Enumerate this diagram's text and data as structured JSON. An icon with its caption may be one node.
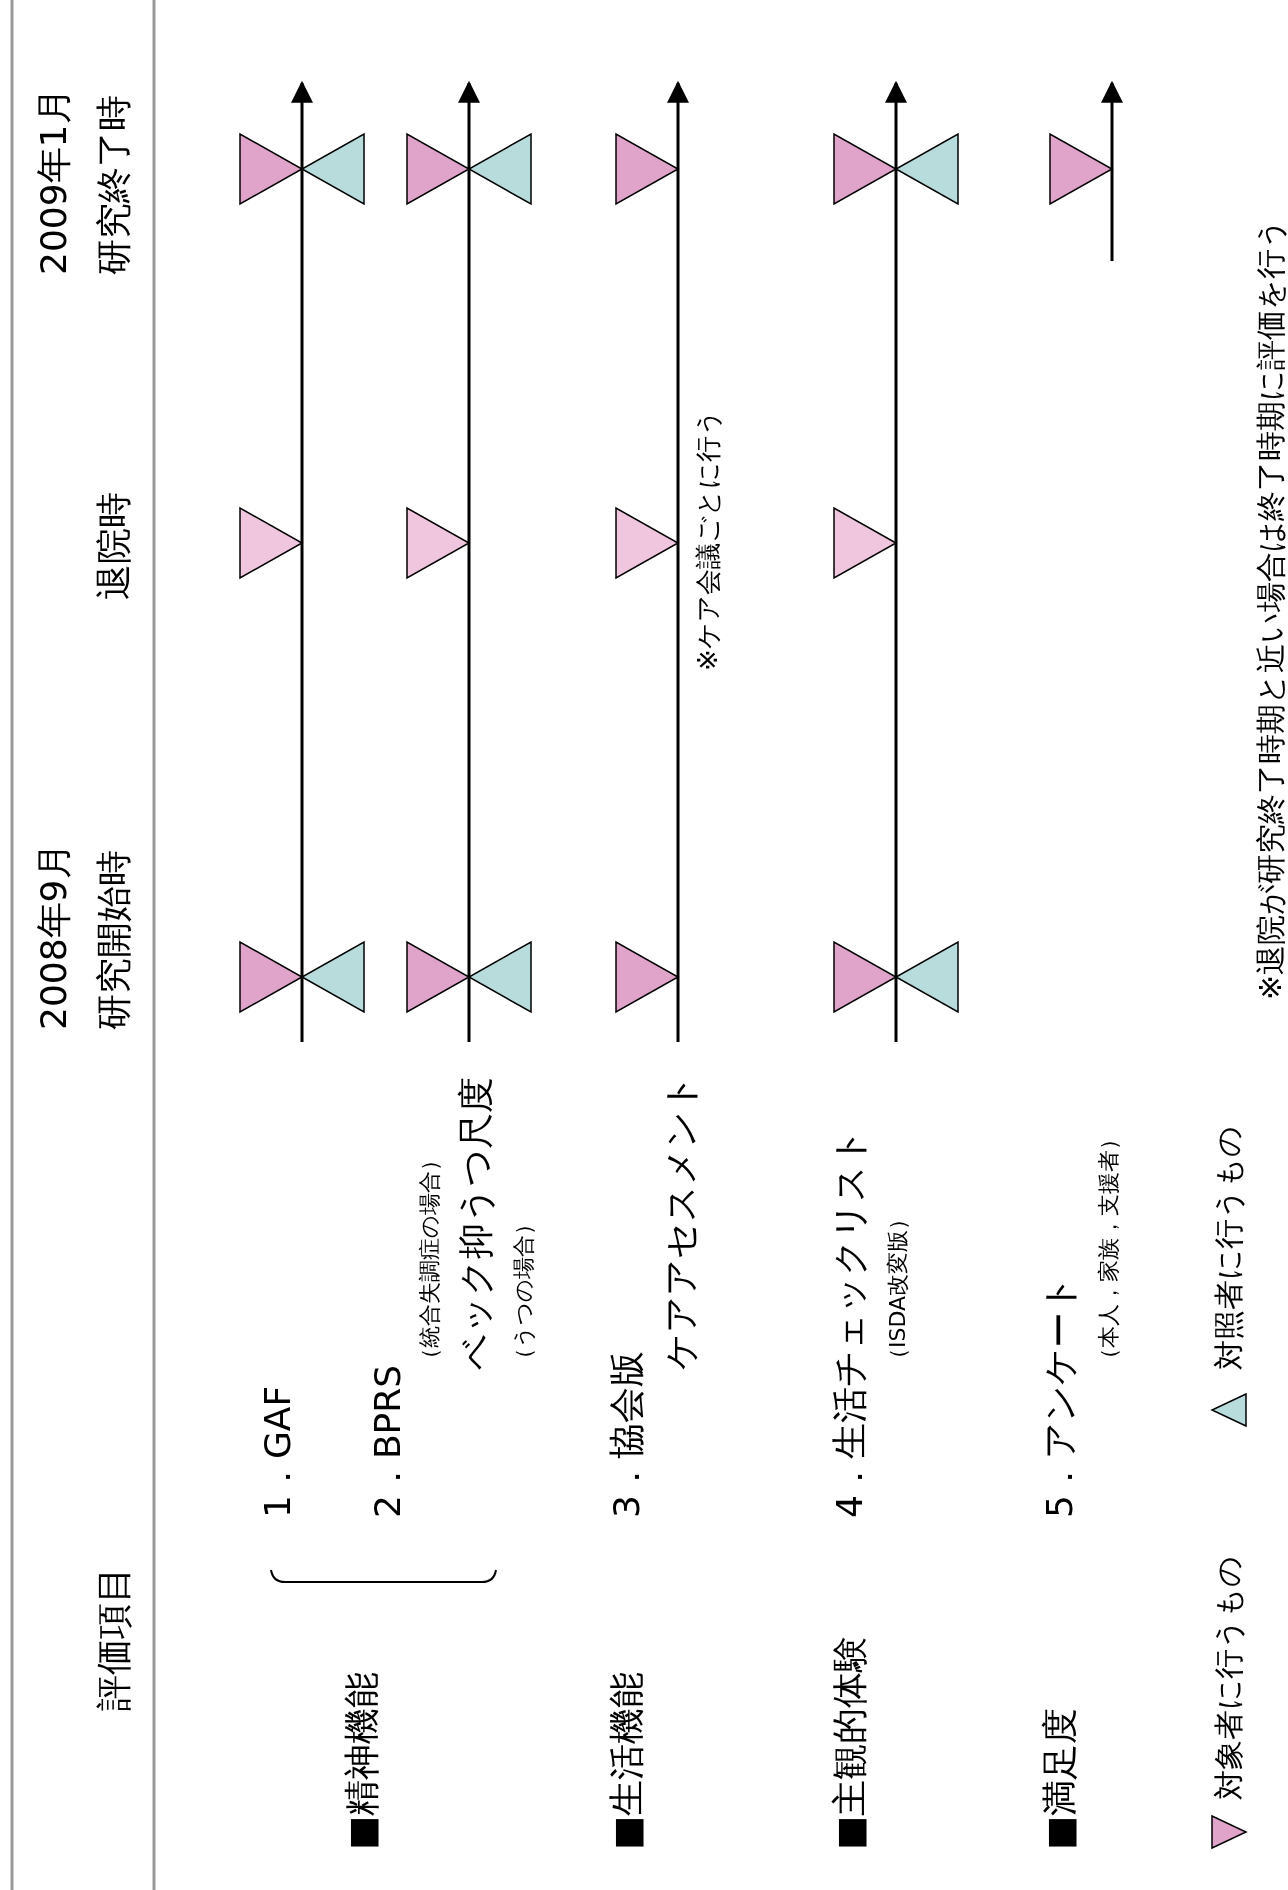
{
  "diagram": {
    "labels": [
      "評価項目",
      "2008年9月",
      "研究開始時",
      "退院時",
      "2009年1月",
      "研究終了時",
      "■精神機能",
      "1．GAF",
      "2．BPRS",
      "（統合失調症の場合）",
      "ベック抑うつ尺度",
      "（うつの場合）",
      "■生活機能",
      "3．協会版",
      "ケアアセスメント",
      "※ケア会議ごとに行う",
      "■主観的体験",
      "4．生活チェックリスト",
      "（ISDA改変版）",
      "■満足度",
      "5．アンケート",
      "（本人，家族，支援者）",
      "※退院が研究終了時期と近い場合は終了時期に評価を行う"
    ],
    "legend": [
      {
        "text": "対象者に行うもの",
        "color": "#e0a4cb"
      },
      {
        "text": "対照者に行うもの",
        "color": "#b8dcdc"
      }
    ]
  }
}
